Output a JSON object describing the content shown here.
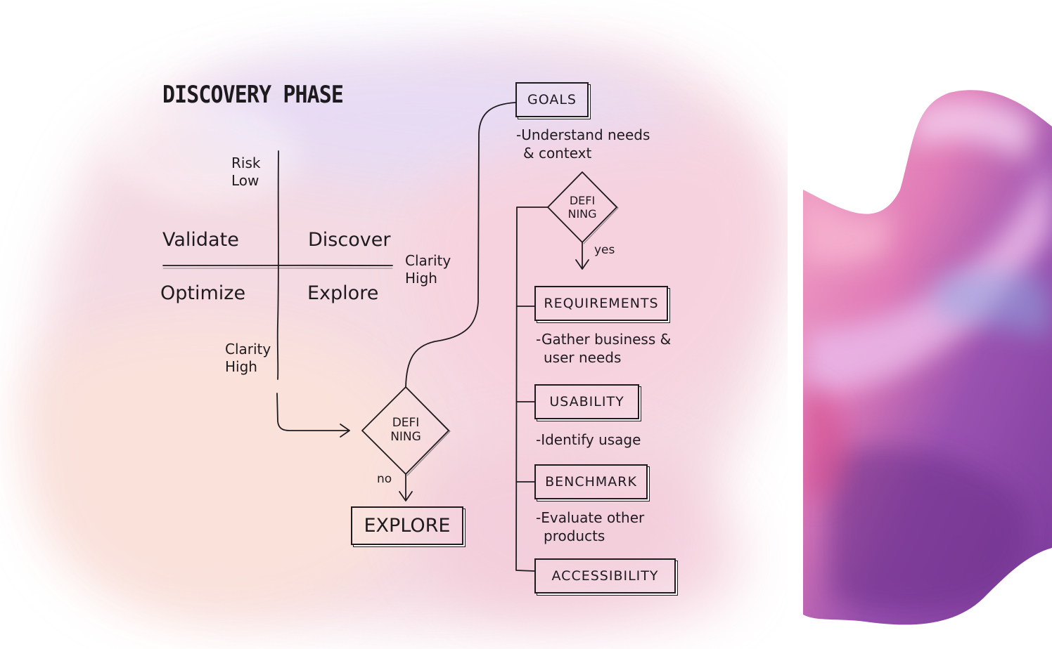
{
  "title": "DISCOVERY PHASE",
  "axis": {
    "top_label": [
      "Risk",
      "Low"
    ],
    "right_label": [
      "Clarity",
      "High"
    ],
    "bottom_label": [
      "Clarity",
      "High"
    ]
  },
  "quadrants": {
    "top_left": "Validate",
    "top_right": "Discover",
    "bottom_left": "Optimize",
    "bottom_right": "Explore"
  },
  "decision_main": {
    "line1": "DEFI",
    "line2": "NING",
    "no_label": "no"
  },
  "explore_box": "EXPLORE",
  "goals": {
    "label": "GOALS",
    "note_line1": "-Understand needs",
    "note_line2": "& context"
  },
  "decision_goals": {
    "line1": "DEFI",
    "line2": "NING",
    "yes_label": "yes"
  },
  "steps": [
    {
      "label": "REQUIREMENTS",
      "note_line1": "-Gather business &",
      "note_line2": "user needs"
    },
    {
      "label": "USABILITY",
      "note_line1": "-Identify usage",
      "note_line2": ""
    },
    {
      "label": "BENCHMARK",
      "note_line1": "-Evaluate other",
      "note_line2": "products"
    },
    {
      "label": "ACCESSIBILITY",
      "note_line1": "",
      "note_line2": ""
    }
  ],
  "colors": {
    "ink": "#1e1b1f",
    "blob_pink": "#f4c9d8",
    "blob_lavender": "#e4dcf4",
    "blob_peach": "#fbe3dc",
    "shape_magenta": "#c2488f",
    "shape_violet": "#8a4fa8",
    "shape_lilac": "#c9a6e6"
  }
}
